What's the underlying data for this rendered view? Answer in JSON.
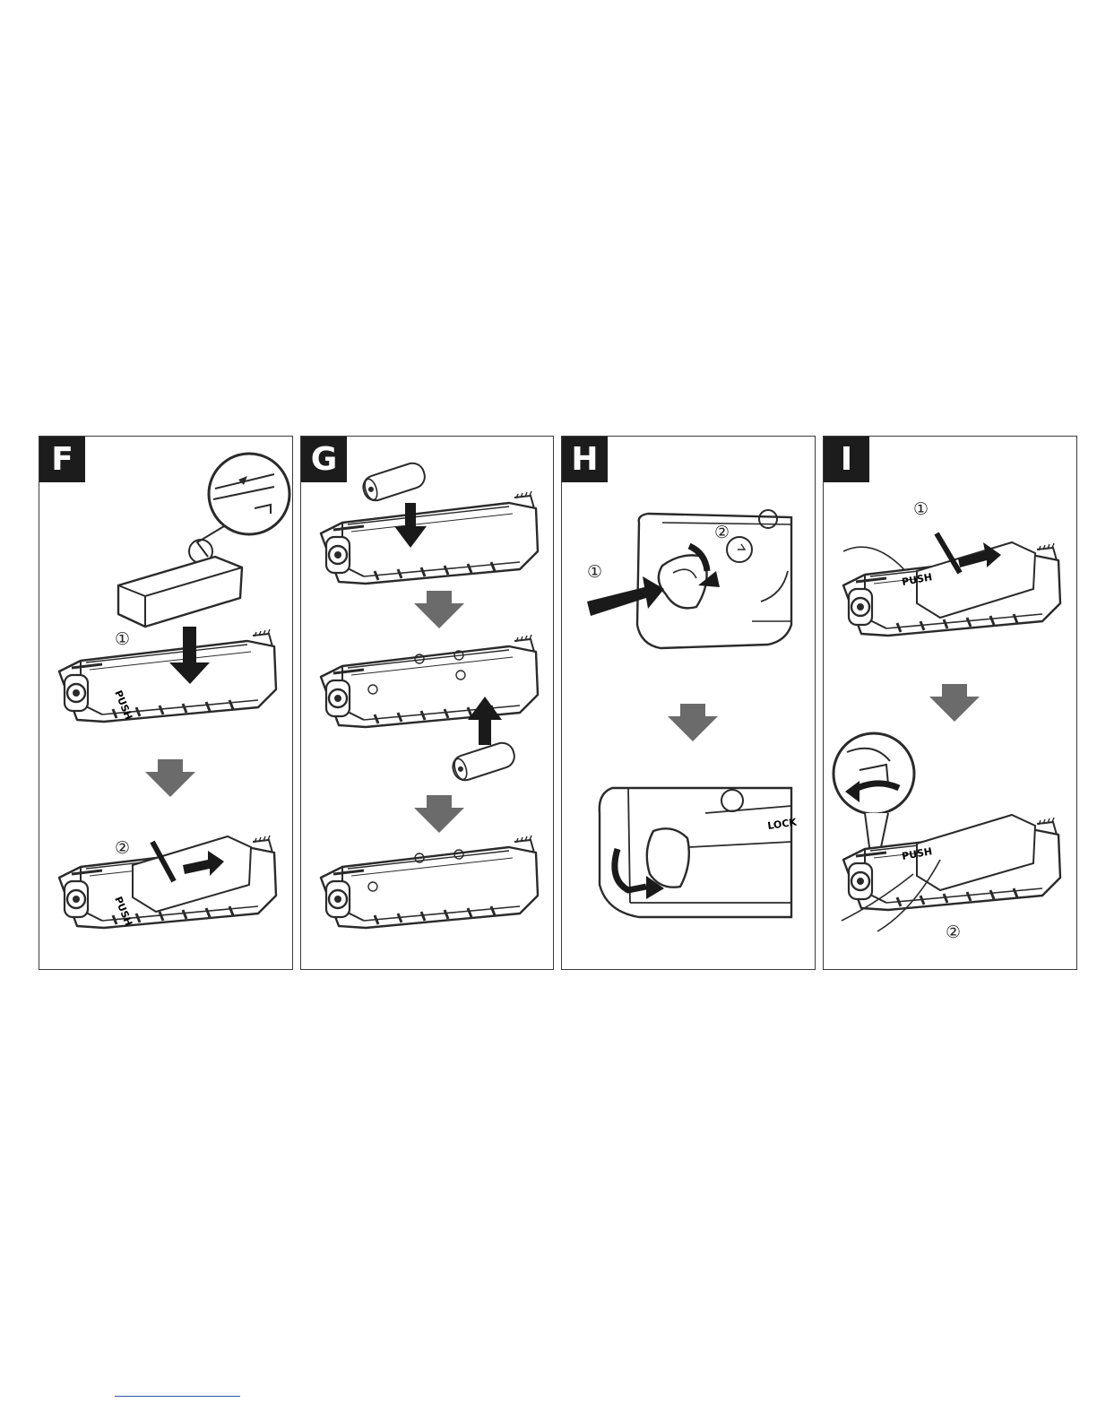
{
  "panels": [
    {
      "letter": "F",
      "steps": [
        "①",
        "②"
      ],
      "text": [
        "PUSH",
        "PUSH"
      ]
    },
    {
      "letter": "G",
      "steps": [],
      "text": []
    },
    {
      "letter": "H",
      "steps": [
        "①",
        "②"
      ],
      "text": [
        "LOCK"
      ]
    },
    {
      "letter": "I",
      "steps": [
        "①",
        "②"
      ],
      "text": [
        "PUSH",
        "PUSH"
      ]
    }
  ],
  "colors": {
    "badge": "#1c1c1c",
    "arrow_dark": "#1a1a1a",
    "arrow_grey": "#6b6b6b",
    "line": "#2a2a2a"
  }
}
